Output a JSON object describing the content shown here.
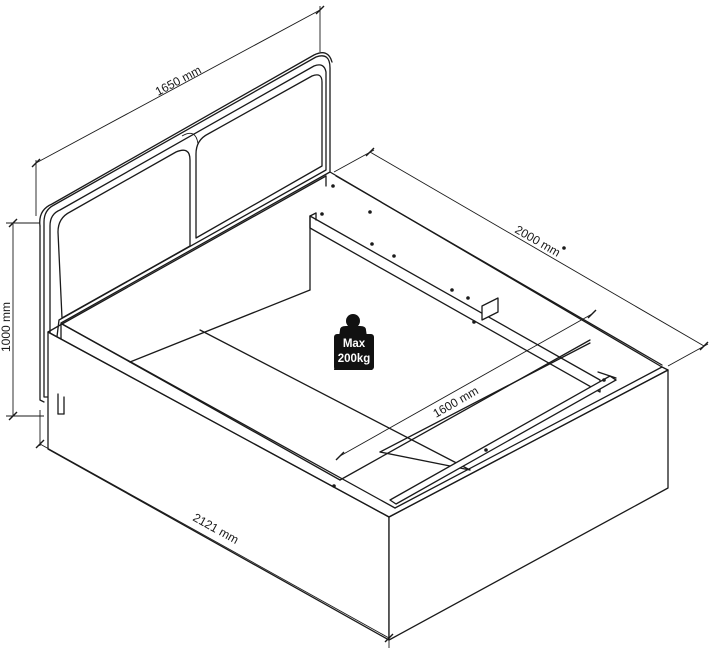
{
  "dimensions": {
    "headboard_width": "1650 mm",
    "length": "2000 mm",
    "height": "1000 mm",
    "inner_width": "1600 mm",
    "total_length": "2121 mm"
  },
  "weight_badge": {
    "line1": "Max",
    "line2": "200kg",
    "icon": "person-weight-icon"
  }
}
